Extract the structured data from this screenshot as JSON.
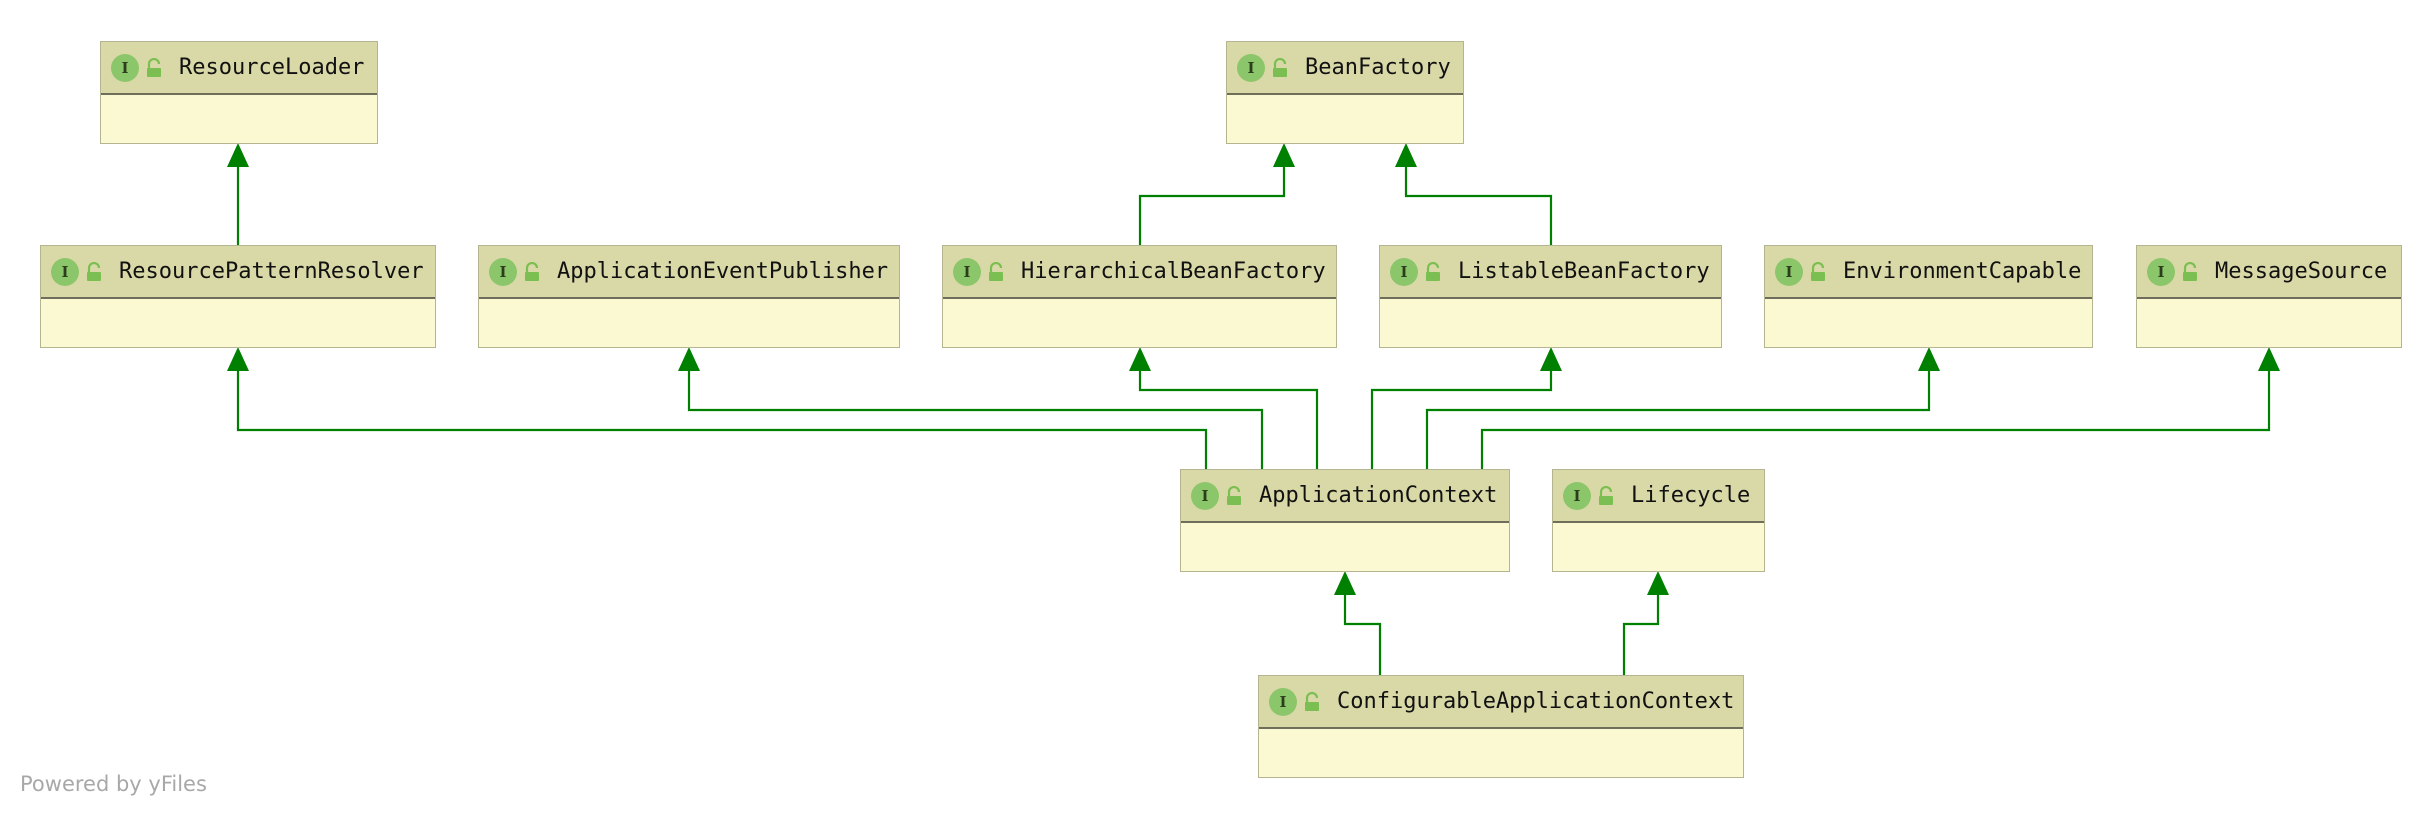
{
  "diagram": {
    "badge_letter": "I",
    "visibility_icon": "public-lock-icon",
    "colors": {
      "edge": "#008000",
      "header": "#d9d8a7",
      "body": "#fbf9d1",
      "badge": "#8cc66a"
    },
    "nodes": [
      {
        "id": "resource-loader",
        "name": "ResourceLoader"
      },
      {
        "id": "bean-factory",
        "name": "BeanFactory"
      },
      {
        "id": "resource-pattern-resolver",
        "name": "ResourcePatternResolver"
      },
      {
        "id": "application-event-publisher",
        "name": "ApplicationEventPublisher"
      },
      {
        "id": "hierarchical-bean-factory",
        "name": "HierarchicalBeanFactory"
      },
      {
        "id": "listable-bean-factory",
        "name": "ListableBeanFactory"
      },
      {
        "id": "environment-capable",
        "name": "EnvironmentCapable"
      },
      {
        "id": "message-source",
        "name": "MessageSource"
      },
      {
        "id": "application-context",
        "name": "ApplicationContext"
      },
      {
        "id": "lifecycle",
        "name": "Lifecycle"
      },
      {
        "id": "configurable-application-context",
        "name": "ConfigurableApplicationContext"
      }
    ],
    "edges": [
      {
        "from": "resource-pattern-resolver",
        "to": "resource-loader"
      },
      {
        "from": "hierarchical-bean-factory",
        "to": "bean-factory"
      },
      {
        "from": "listable-bean-factory",
        "to": "bean-factory"
      },
      {
        "from": "application-context",
        "to": "resource-pattern-resolver"
      },
      {
        "from": "application-context",
        "to": "application-event-publisher"
      },
      {
        "from": "application-context",
        "to": "hierarchical-bean-factory"
      },
      {
        "from": "application-context",
        "to": "listable-bean-factory"
      },
      {
        "from": "application-context",
        "to": "environment-capable"
      },
      {
        "from": "application-context",
        "to": "message-source"
      },
      {
        "from": "configurable-application-context",
        "to": "application-context"
      },
      {
        "from": "configurable-application-context",
        "to": "lifecycle"
      }
    ]
  },
  "footer": {
    "watermark": "Powered by yFiles"
  }
}
